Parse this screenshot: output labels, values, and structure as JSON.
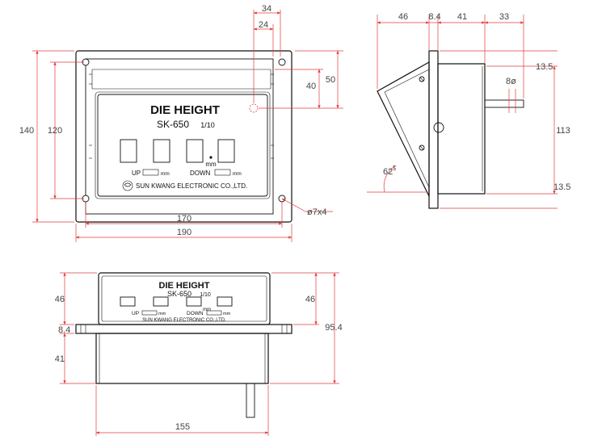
{
  "panel": {
    "title": "DIE HEIGHT",
    "model": "SK-650",
    "resolution": "1/10",
    "up_label": "UP",
    "down_label": "DOWN",
    "unit": "mm",
    "maker": "SUN KWANG ELECTRONIC CO.,LTD."
  },
  "front_view": {
    "dims": {
      "top_34": "34",
      "top_24": "24",
      "right_40": "40",
      "right_50": "50",
      "left_140": "140",
      "left_120": "120",
      "bottom_170": "170",
      "bottom_190": "190",
      "hole": "ø7x4"
    }
  },
  "side_view": {
    "dims": {
      "top_46": "46",
      "top_8_4": "8.4",
      "top_41": "41",
      "top_33": "33",
      "right_13_5_top": "13.5",
      "shaft_8": "8ø",
      "right_113": "113",
      "right_13_5_bottom": "13.5",
      "angle_62": "62°"
    }
  },
  "bottom_view": {
    "dims": {
      "left_46": "46",
      "right_46": "46",
      "left_8_4": "8.4",
      "left_41": "41",
      "right_95_4": "95.4",
      "bottom_155": "155"
    }
  },
  "colors": {
    "dimension_line": "#e23b3b",
    "outline": "#111111",
    "dimension_text": "#444444"
  }
}
